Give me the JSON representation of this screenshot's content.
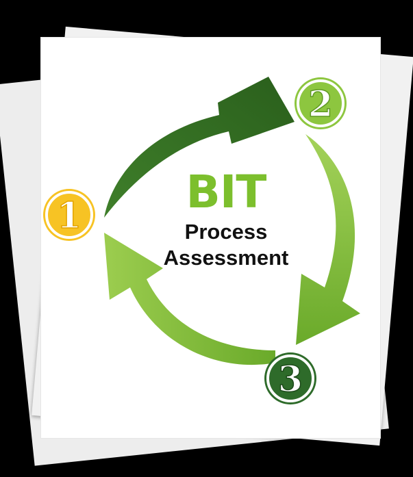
{
  "diagram": {
    "title": "BIT",
    "subtitle_line1": "Process",
    "subtitle_line2": "Assessment",
    "steps": [
      {
        "label": "1",
        "color": "#f5b60f"
      },
      {
        "label": "2",
        "color": "#8dc63f"
      },
      {
        "label": "3",
        "color": "#2e6b2a"
      }
    ],
    "colors": {
      "title": "#7cbf2d",
      "arrow_dark": "#2f6b22",
      "arrow_mid": "#6fae2c",
      "arrow_light": "#8dc63f",
      "background": "#000000",
      "paper": "#ffffff"
    }
  }
}
